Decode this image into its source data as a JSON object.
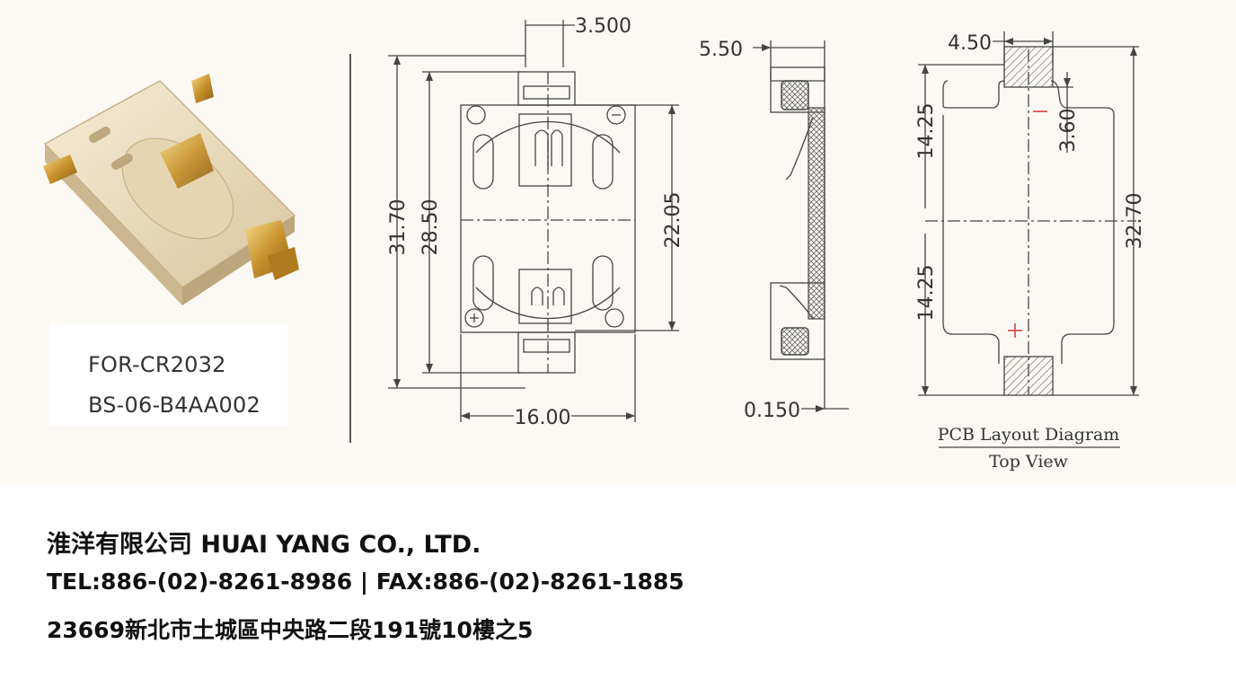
{
  "part_labels": {
    "line1": "FOR-CR2032",
    "line2": "BS-06-B4AA002"
  },
  "dimensions": {
    "top_view": {
      "contact_width": "3.500",
      "overall_length": "31.70",
      "inner_length": "28.50",
      "center_length": "22.05",
      "width": "16.00"
    },
    "side_view": {
      "contact_offset": "5.50",
      "thickness": "0.150"
    },
    "pcb_layout": {
      "pad_width": "4.50",
      "pad_height": "3.60",
      "upper_half": "14.25",
      "lower_half": "14.25",
      "total_length": "32.70"
    }
  },
  "pcb_diagram_title": "PCB Layout Diagram",
  "pcb_diagram_subtitle": "Top View",
  "company": {
    "name": "淮洋有限公司 HUAI YANG CO., LTD.",
    "contact": "TEL:886-(02)-8261-8986 | FAX:886-(02)-8261-1885",
    "address": "23669新北市土城區中央路二段191號10樓之5"
  },
  "colors": {
    "background": "#fcf9f4",
    "line": "#444444",
    "holder_body": "#eee0c2",
    "contact_gold": "#d6a640",
    "pad_red": "#d94040"
  }
}
